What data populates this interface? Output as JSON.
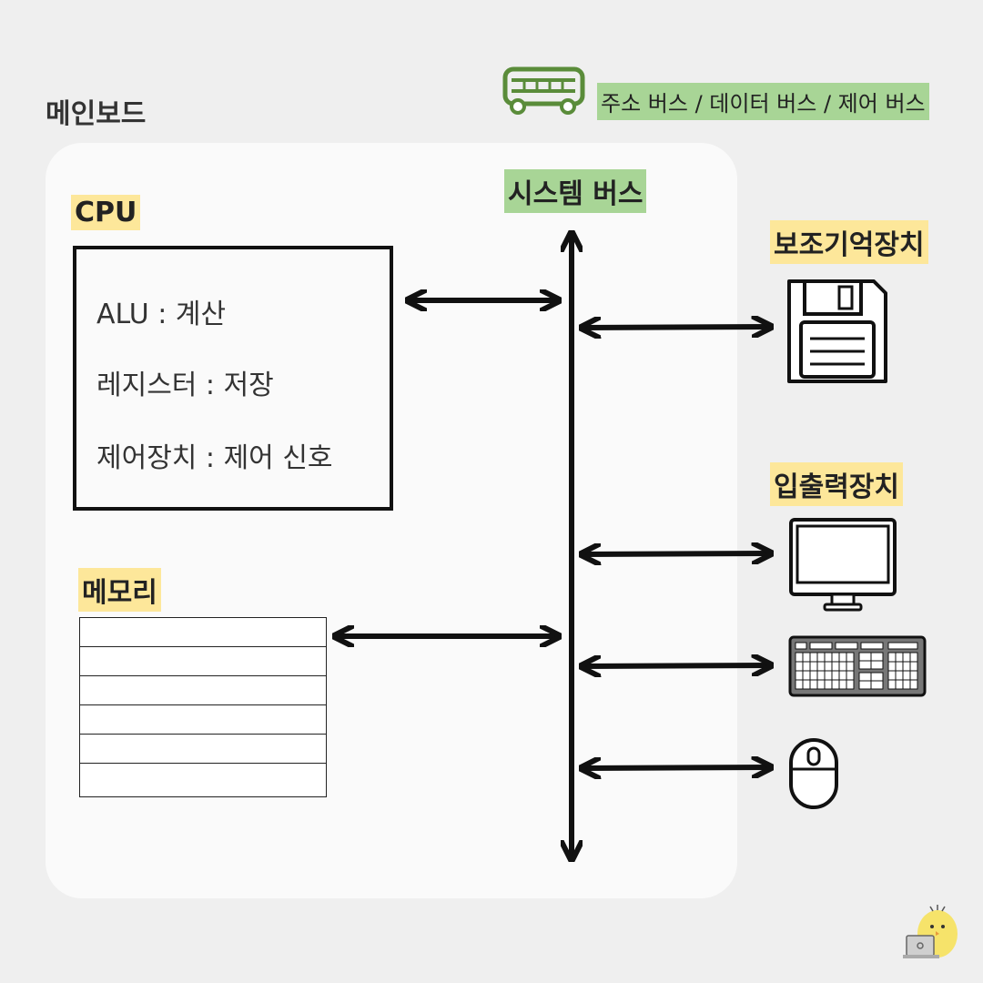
{
  "board": {
    "title": "메인보드"
  },
  "legend": {
    "text": "주소 버스 / 데이터 버스 / 제어 버스",
    "icon": "bus-icon",
    "color": "#a8d596"
  },
  "system_bus": {
    "label": "시스템 버스"
  },
  "cpu": {
    "label": "CPU",
    "lines": [
      "ALU : 계산",
      "레지스터 : 저장",
      "제어장치 : 제어 신호"
    ]
  },
  "memory": {
    "label": "메모리",
    "rows": 6
  },
  "auxiliary": {
    "label": "보조기억장치",
    "icon": "floppy-disk-icon"
  },
  "io": {
    "label": "입출력장치",
    "devices": [
      "monitor-icon",
      "keyboard-icon",
      "mouse-icon"
    ]
  },
  "colors": {
    "highlight_yellow": "#fde79a",
    "highlight_green": "#a8d596",
    "bus_green": "#5a8c3a"
  }
}
